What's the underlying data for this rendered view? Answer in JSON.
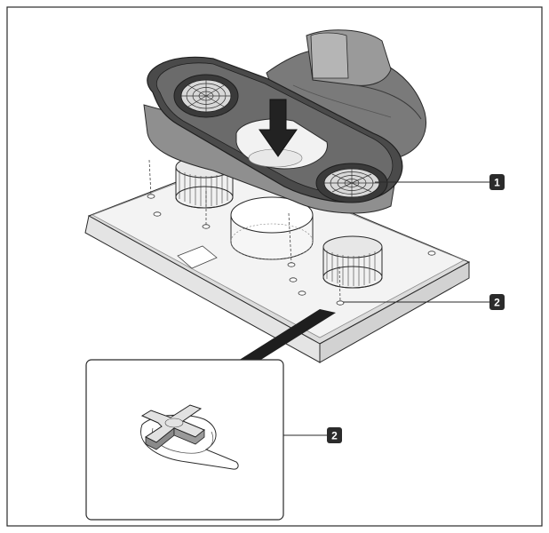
{
  "colors": {
    "line": "#2a2a2a",
    "dark": "#3c3c3c",
    "mid": "#8a8a8a",
    "light": "#c9c9c9",
    "plate": "#ececec",
    "callout_bg": "#2b2b2b",
    "callout_text": "#ffffff"
  },
  "callouts": [
    {
      "label": "1"
    },
    {
      "label": "2"
    },
    {
      "label": "2"
    }
  ]
}
